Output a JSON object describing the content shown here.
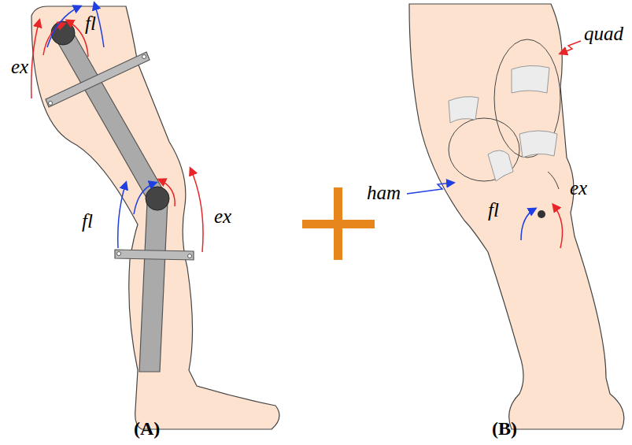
{
  "diagram": {
    "labels": [
      "fl",
      "ex",
      "fl",
      "ex",
      "quad",
      "ham",
      "fl",
      "ex",
      "(A)",
      "(B)"
    ]
  }
}
